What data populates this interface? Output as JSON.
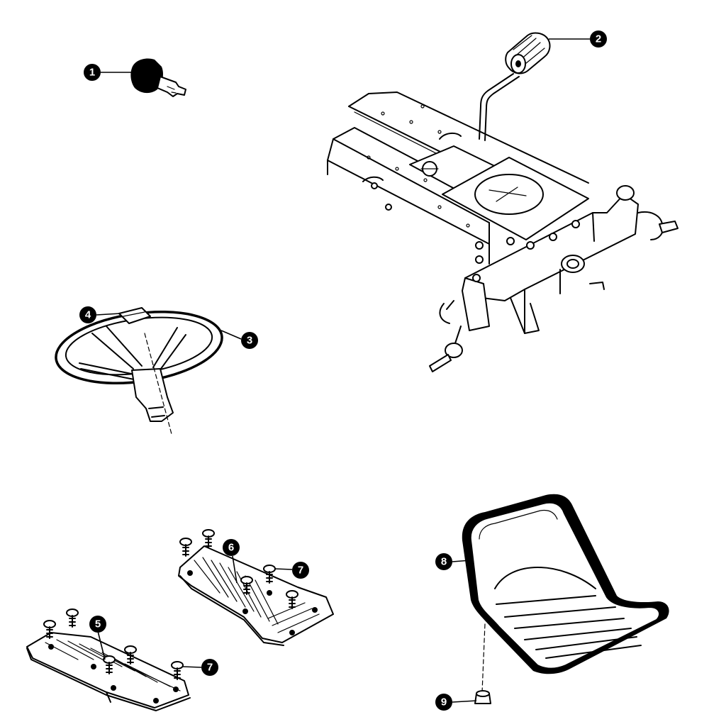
{
  "callouts": [
    {
      "id": "1",
      "label": "1"
    },
    {
      "id": "2",
      "label": "2"
    },
    {
      "id": "3",
      "label": "3"
    },
    {
      "id": "4",
      "label": "4"
    },
    {
      "id": "5",
      "label": "5"
    },
    {
      "id": "6",
      "label": "6"
    },
    {
      "id": "7a",
      "label": "7"
    },
    {
      "id": "7b",
      "label": "7"
    },
    {
      "id": "8",
      "label": "8"
    },
    {
      "id": "9",
      "label": "9"
    }
  ],
  "colors": {
    "ink": "#000000",
    "paper": "#ffffff"
  }
}
